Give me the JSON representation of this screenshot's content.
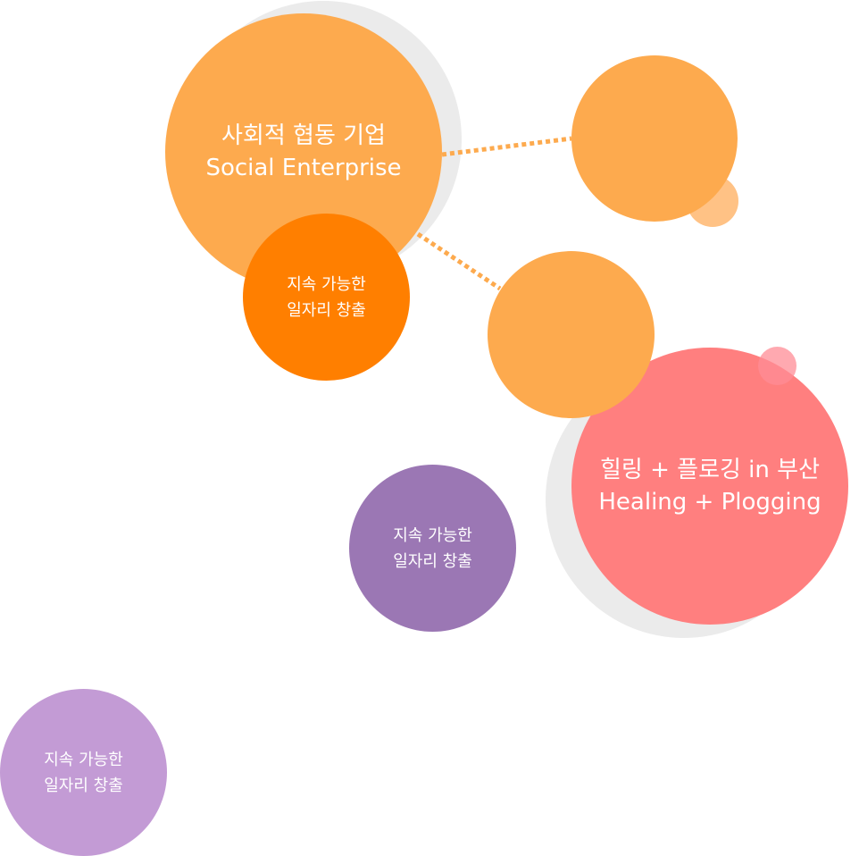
{
  "colors": {
    "orange_light": "#FDAA4E",
    "orange_dark": "#FF7F00",
    "coral": "#FF7F7F",
    "purple_dark": "#9B77B4",
    "purple_light": "#C39BD5",
    "shadow_gray": "#EBEBEB",
    "connector": "#FDAA4E"
  },
  "bubbles": {
    "social_enterprise": {
      "line1": "사회적 협동 기업",
      "line2": "Social Enterprise"
    },
    "jobs_orange": {
      "line1": "지속 가능한",
      "line2": "일자리 창출"
    },
    "healing_plogging": {
      "line1": "힐링 + 플로깅 in 부산",
      "line2": "Healing + Plogging"
    },
    "jobs_purple": {
      "line1": "지속 가능한",
      "line2": "일자리 창출"
    },
    "jobs_lavender": {
      "line1": "지속 가능한",
      "line2": "일자리 창출"
    }
  }
}
